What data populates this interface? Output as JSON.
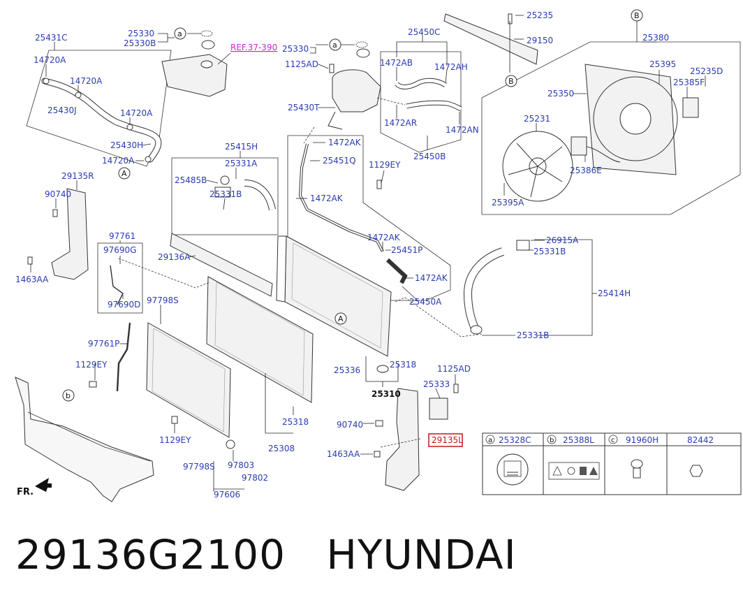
{
  "diagram": {
    "labels": {
      "l25431C": "25431C",
      "l14720A_1": "14720A",
      "l14720A_2": "14720A",
      "l14720A_3": "14720A",
      "l14720A_4": "14720A",
      "l25430J": "25430J",
      "l25430H": "25430H",
      "l25330_1": "25330",
      "l25330B_1": "25330B",
      "ref": "REF.37-390",
      "l25330_2": "25330",
      "l1125AD_1": "1125AD",
      "l25430T": "25430T",
      "l25450C": "25450C",
      "l1472AB": "1472AB",
      "l1472AH": "1472AH",
      "l1472AR": "1472AR",
      "l1472AN": "1472AN",
      "l25450B": "25450B",
      "l25235": "25235",
      "l29150": "29150",
      "l25380": "25380",
      "l25395": "25395",
      "l25235D": "25235D",
      "l25385F": "25385F",
      "l25350": "25350",
      "l25231": "25231",
      "l25386E": "25386E",
      "l25395A": "25395A",
      "l25415H": "25415H",
      "l25331A": "25331A",
      "l25485B": "25485B",
      "l25331B_1": "25331B",
      "l1472AK_1": "1472AK",
      "l25451Q": "25451Q",
      "l1129EY_1": "1129EY",
      "l1472AK_2": "1472AK",
      "l1472AK_3": "1472AK",
      "l25451P": "25451P",
      "l1472AK_4": "1472AK",
      "l25450A": "25450A",
      "l29135R": "29135R",
      "l90740_1": "90740",
      "l1463AA_1": "1463AA",
      "l97761": "97761",
      "l97690G": "97690G",
      "l97690D": "97690D",
      "l29136A": "29136A",
      "l97798S_1": "97798S",
      "l97761P": "97761P",
      "l1129EY_2": "1129EY",
      "l1129EY_3": "1129EY",
      "l97798S_2": "97798S",
      "l97803": "97803",
      "l97802": "97802",
      "l97606": "97606",
      "l25318_1": "25318",
      "l25308": "25308",
      "l25336": "25336",
      "l25318_2": "25318",
      "l25310": "25310",
      "l1125AD_2": "1125AD",
      "l25333": "25333",
      "l90740_2": "90740",
      "l29135L": "29135L",
      "l1463AA_2": "1463AA",
      "l26915A": "26915A",
      "l25331B_2": "25331B",
      "l25414H": "25414H",
      "l25331B_3": "25331B",
      "fr": "FR."
    },
    "callouts": {
      "a1": "a",
      "a2": "a",
      "A1": "A",
      "A2": "A",
      "B1": "B",
      "B2": "B",
      "b1": "b"
    },
    "legend": {
      "col_a_letter": "a",
      "col_a_code": "25328C",
      "col_b_letter": "b",
      "col_b_code": "25388L",
      "col_c_letter": "c",
      "col_c_code": "91960H",
      "col_d_code": "82442"
    }
  },
  "footer": {
    "part_number": "29136G2100",
    "brand": "HYUNDAI"
  }
}
